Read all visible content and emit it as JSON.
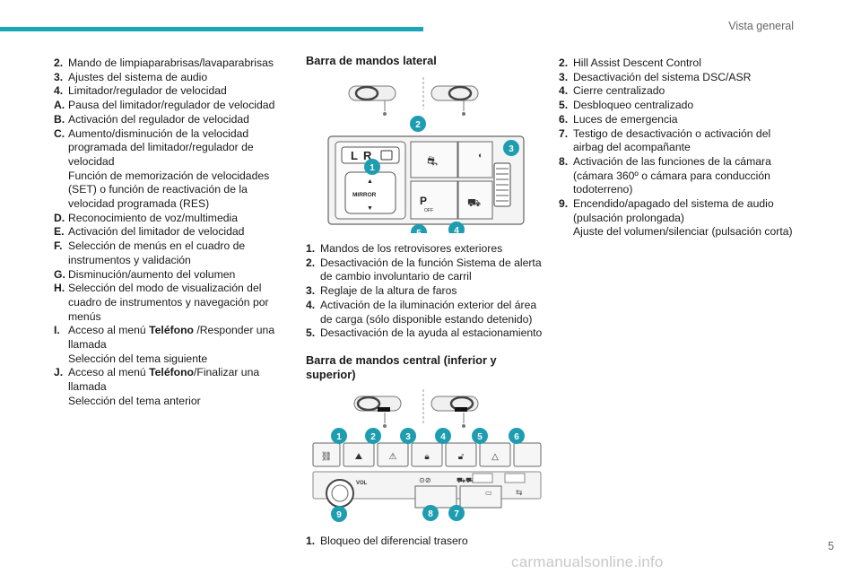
{
  "header": {
    "section": "Vista general"
  },
  "page_number": "5",
  "watermark": "carmanualsonline.info",
  "col1": {
    "items": [
      {
        "num": "2.",
        "lines": [
          "Mando de limpiaparabrisas/lavaparabrisas"
        ]
      },
      {
        "num": "3.",
        "lines": [
          "Ajustes del sistema de audio"
        ]
      },
      {
        "num": "4.",
        "lines": [
          "Limitador/regulador de velocidad"
        ]
      },
      {
        "num": "A.",
        "lines": [
          "Pausa del limitador/regulador de velocidad"
        ]
      },
      {
        "num": "B.",
        "lines": [
          "Activación del regulador de velocidad"
        ]
      },
      {
        "num": "C.",
        "lines": [
          "Aumento/disminución de la velocidad programada del limitador/regulador de velocidad",
          "Función de memorización de velocidades (SET) o función de reactivación de la velocidad programada (RES)"
        ]
      },
      {
        "num": "D.",
        "lines": [
          "Reconocimiento de voz/multimedia"
        ]
      },
      {
        "num": "E.",
        "lines": [
          "Activación del limitador de velocidad"
        ]
      },
      {
        "num": "F.",
        "lines": [
          "Selección de menús en el cuadro de instrumentos y validación"
        ]
      },
      {
        "num": "G.",
        "lines": [
          "Disminución/aumento del volumen"
        ]
      },
      {
        "num": "H.",
        "lines": [
          " Selección del modo de visualización del cuadro de instrumentos y navegación por menús"
        ]
      }
    ],
    "item_i": {
      "num": "I.",
      "pre": "Acceso al menú ",
      "bold": "Teléfono",
      "post": " /Responder una llamada",
      "line2": "Selección del tema siguiente"
    },
    "item_j": {
      "num": "J.",
      "pre": "Acceso al menú ",
      "bold": "Teléfono",
      "post": "/Finalizar una llamada",
      "line2": "Selección del tema anterior"
    }
  },
  "col2": {
    "heading1": "Barra de mandos lateral",
    "fig1": {
      "mirror_label": "MIRROR",
      "letter_l": "L",
      "letter_r": "R",
      "off_label": "OFF",
      "callouts": [
        "1",
        "2",
        "3",
        "4",
        "5"
      ]
    },
    "items1": [
      {
        "num": "1.",
        "text": "Mandos de los retrovisores exteriores"
      },
      {
        "num": "2.",
        "text": "Desactivación de la función Sistema de alerta de cambio involuntario de carril"
      },
      {
        "num": "3.",
        "text": "Reglaje de la altura de faros"
      },
      {
        "num": "4.",
        "text": "Activación de la iluminación exterior del área de carga (sólo disponible estando detenido)"
      },
      {
        "num": "5.",
        "text": "Desactivación de la ayuda al estacionamiento"
      }
    ],
    "heading2": "Barra de mandos central (inferior y superior)",
    "fig2": {
      "vol_label": "VOL",
      "callouts": [
        "1",
        "2",
        "3",
        "4",
        "5",
        "6",
        "7",
        "8",
        "9"
      ]
    },
    "items2": [
      {
        "num": "1.",
        "text": "Bloqueo del diferencial trasero"
      }
    ]
  },
  "col3": {
    "items": [
      {
        "num": "2.",
        "text": "Hill Assist Descent Control"
      },
      {
        "num": "3.",
        "text": "Desactivación del sistema DSC/ASR"
      },
      {
        "num": "4.",
        "text": "Cierre centralizado"
      },
      {
        "num": "5.",
        "text": "Desbloqueo centralizado"
      },
      {
        "num": "6.",
        "text": "Luces de emergencia"
      },
      {
        "num": "7.",
        "text": "Testigo de desactivación o activación del airbag del acompañante"
      },
      {
        "num": "8.",
        "text": "Activación de las funciones de la cámara (cámara 360º o cámara para conducción todoterreno)"
      }
    ],
    "item9": {
      "num": "9.",
      "line1": "Encendido/apagado del sistema de audio (pulsación prolongada)",
      "line2": "Ajuste del volumen/silenciar (pulsación corta)"
    }
  },
  "colors": {
    "accent": "#1aa6b7",
    "callout": "#1e9db0",
    "panel": "#f3f3f3",
    "stroke": "#555555"
  }
}
